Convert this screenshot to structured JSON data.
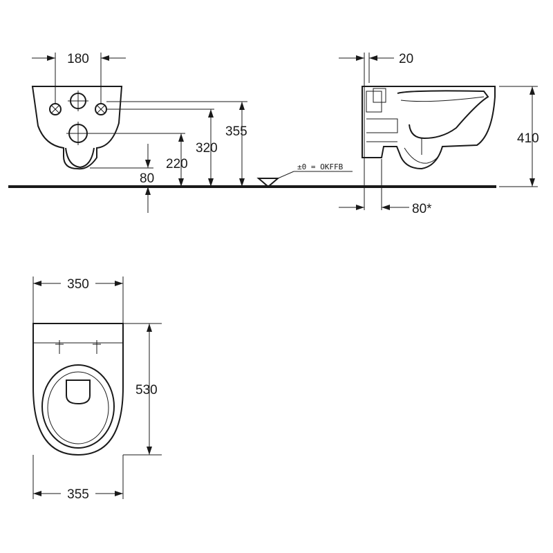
{
  "front_view": {
    "width_between_fixings": "180",
    "height_upper_fixing": "355",
    "height_lower_fixing": "320",
    "height_outlet": "220",
    "height_foot": "80"
  },
  "side_view": {
    "wall_gap": "20",
    "total_height": "410",
    "projection_marker": "80*",
    "floor_level_label": "±0 = OKFFB"
  },
  "top_view": {
    "top_width": "350",
    "depth": "530",
    "bottom_width": "355"
  }
}
